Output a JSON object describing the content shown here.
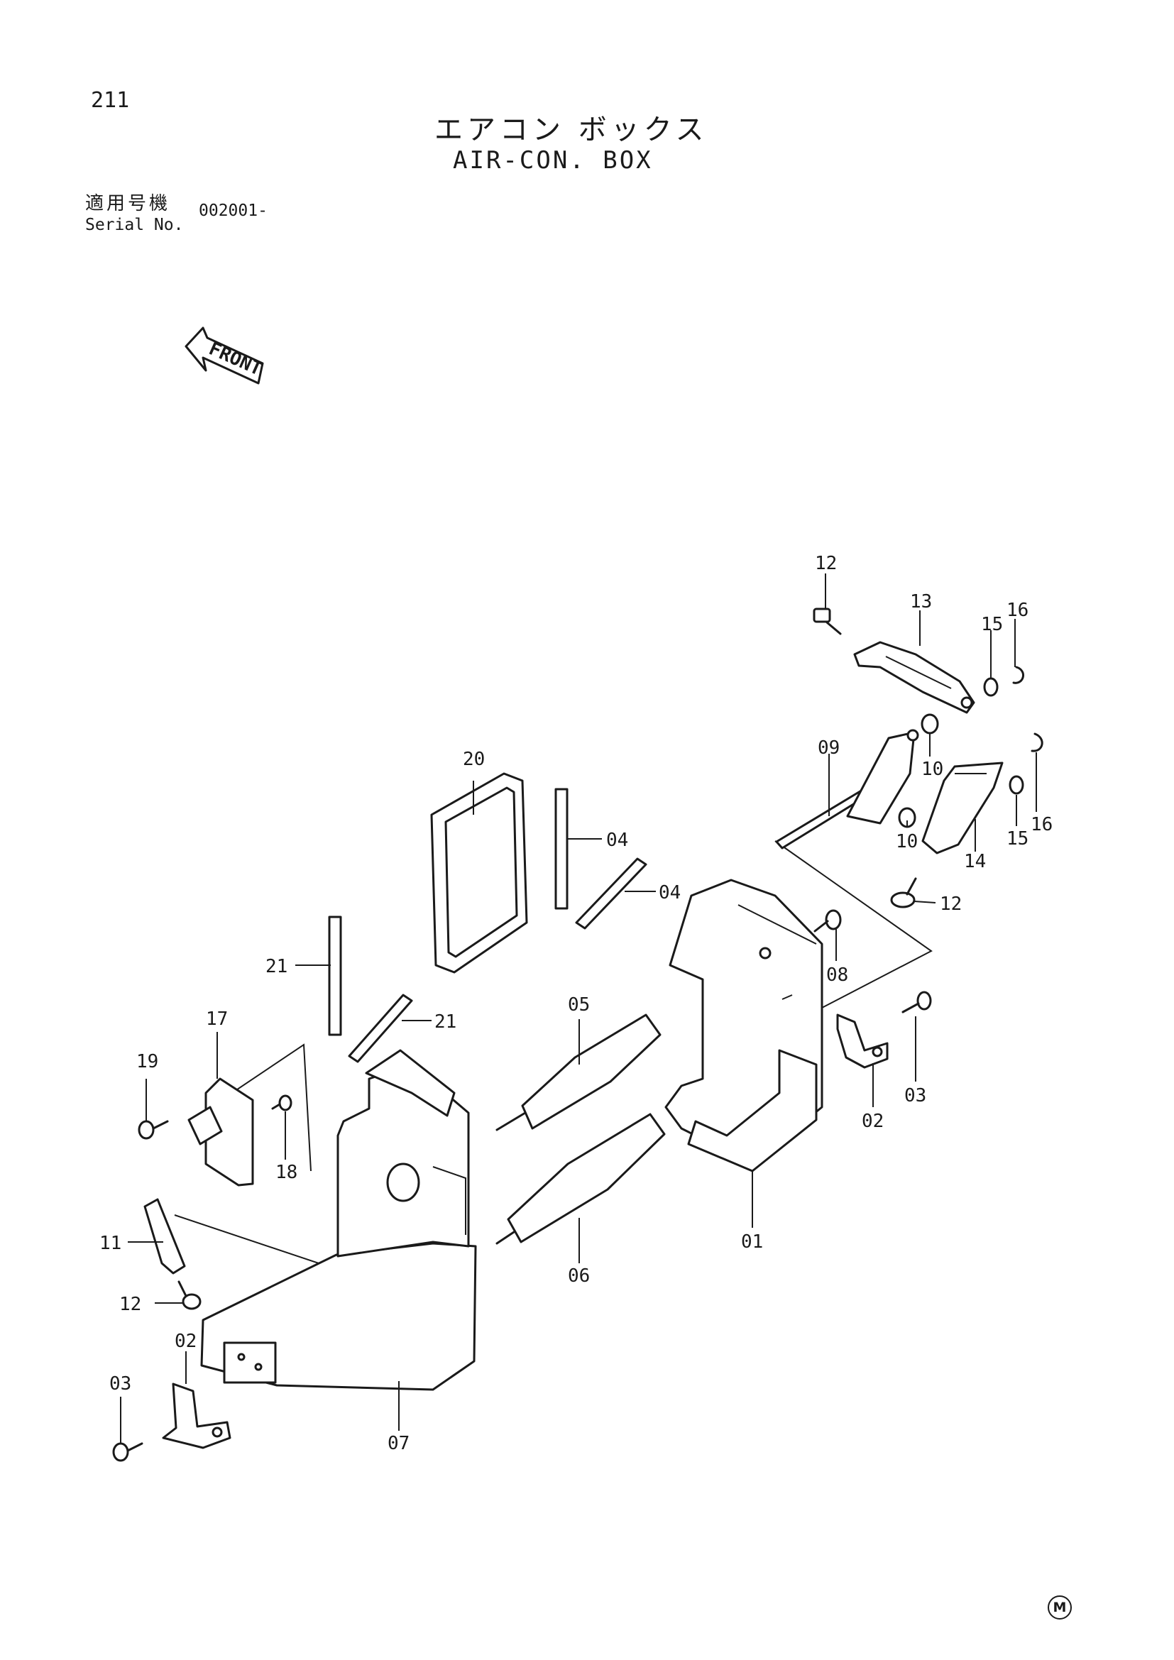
{
  "page_number": "211",
  "title": {
    "japanese": "エアコン ボックス",
    "english": "AIR-CON. BOX"
  },
  "serial": {
    "label_japanese": "適用号機",
    "label_english": "Serial No.",
    "value": "002001-"
  },
  "front_arrow_label": "FRONT",
  "maker_mark": "M",
  "callouts": {
    "c12a": "12",
    "c13": "13",
    "c15a": "15",
    "c16a": "16",
    "c09": "09",
    "c10a": "10",
    "c10b": "10",
    "c14": "14",
    "c15b": "15",
    "c16b": "16",
    "c12b": "12",
    "c20": "20",
    "c04a": "04",
    "c04b": "04",
    "c08": "08",
    "c21a": "21",
    "c21b": "21",
    "c05": "05",
    "c17": "17",
    "c19": "19",
    "c18": "18",
    "c03a": "03",
    "c02a": "02",
    "c01": "01",
    "c06": "06",
    "c11": "11",
    "c12c": "12",
    "c02b": "02",
    "c03b": "03",
    "c07": "07"
  }
}
